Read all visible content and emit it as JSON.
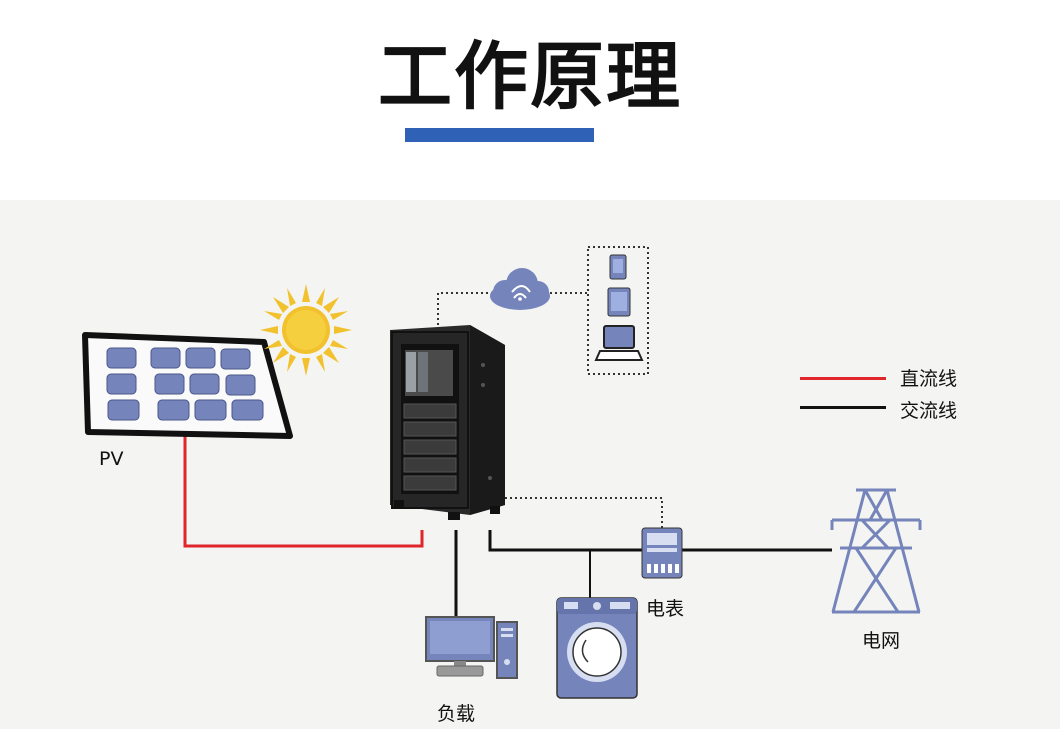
{
  "title": "工作原理",
  "labels": {
    "pv": "PV",
    "load": "负载",
    "meter": "电表",
    "grid": "电网"
  },
  "legend": [
    {
      "label": "直流线",
      "color": "#e0252b"
    },
    {
      "label": "交流线",
      "color": "#111111"
    }
  ],
  "colors": {
    "accent_bar": "#2f62b7",
    "device_blue": "#7585bb",
    "sun": "#f2c12e",
    "dc_line": "#e0252b",
    "ac_line": "#111111"
  }
}
